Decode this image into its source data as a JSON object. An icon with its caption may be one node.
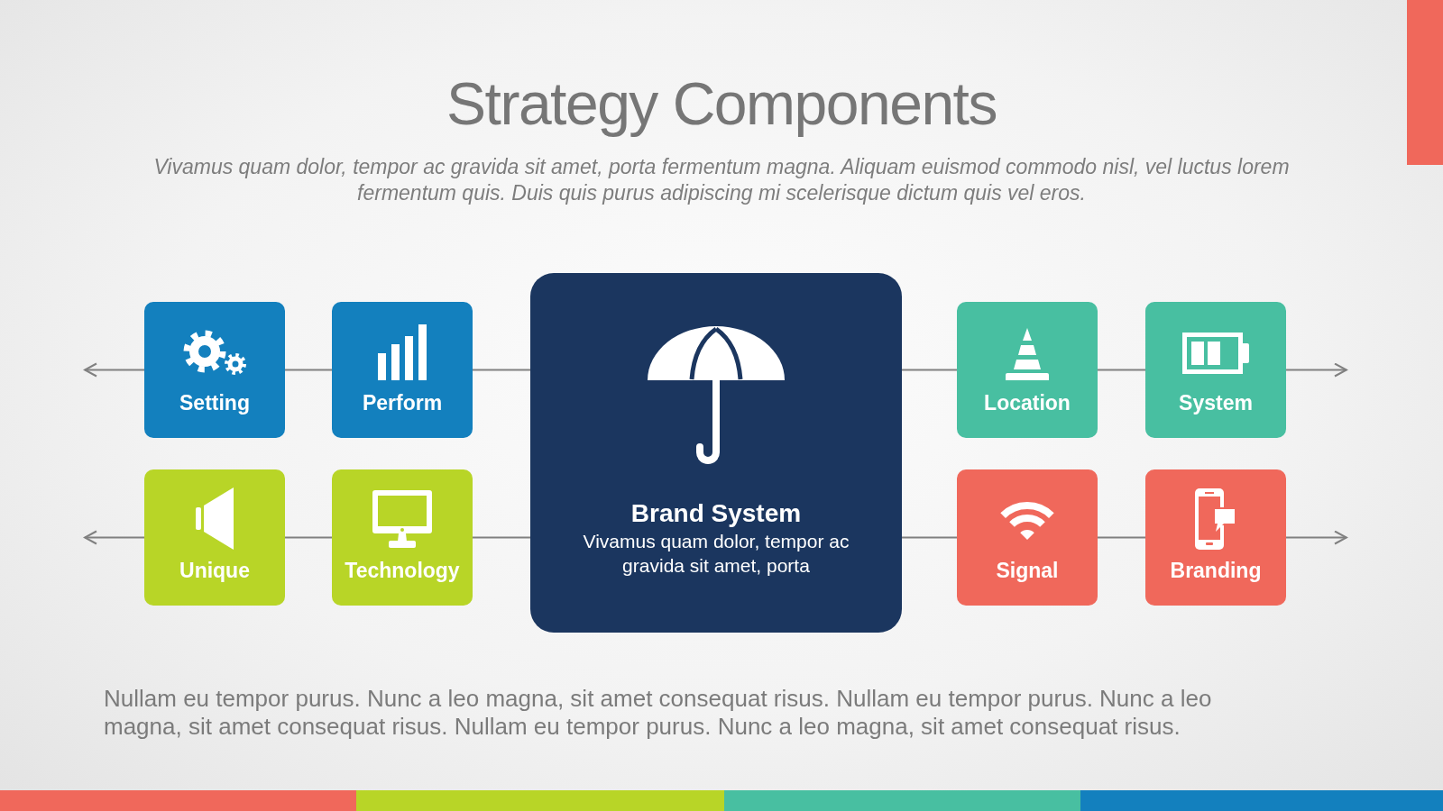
{
  "diagram": {
    "title": "Strategy Components",
    "nodes": [
      {
        "text": [
          "Setting"
        ]
      },
      {
        "text": [
          "Perform"
        ]
      },
      {
        "text": [
          "Brand System",
          "Vivamus quam dolor, tempor ac gravida sit amet, porta"
        ]
      },
      {
        "text": [
          "Location"
        ]
      },
      {
        "text": [
          "System"
        ]
      },
      {
        "text": [
          "Unique"
        ]
      },
      {
        "text": [
          "Technology"
        ]
      },
      {
        "text": [
          "Signal"
        ]
      },
      {
        "text": [
          "Branding"
        ]
      }
    ],
    "edges": [
      {
        "from": 2,
        "to": 1,
        "arrow": "none"
      },
      {
        "from": 1,
        "to": 0,
        "arrow": "none"
      },
      {
        "from": 0,
        "to": null,
        "arrow": "to"
      },
      {
        "from": 2,
        "to": 6,
        "arrow": "none"
      },
      {
        "from": 6,
        "to": 5,
        "arrow": "none"
      },
      {
        "from": 5,
        "to": null,
        "arrow": "to"
      },
      {
        "from": 2,
        "to": 3,
        "arrow": "none"
      },
      {
        "from": 3,
        "to": 4,
        "arrow": "none"
      },
      {
        "from": 4,
        "to": null,
        "arrow": "to"
      },
      {
        "from": 2,
        "to": 7,
        "arrow": "none"
      },
      {
        "from": 7,
        "to": 8,
        "arrow": "none"
      },
      {
        "from": 8,
        "to": null,
        "arrow": "to"
      }
    ],
    "labels": [
      "Vivamus quam dolor, tempor ac gravida sit amet, porta fermentum magna. Aliquam euismod commodo nisl, vel luctus lorem fermentum quis. Duis quis purus adipiscing mi scelerisque dictum quis vel eros.",
      "Nullam eu tempor purus. Nunc a leo magna, sit amet consequat risus. Nullam eu tempor purus. Nunc a leo magna, sit amet consequat risus. Nullam eu tempor purus. Nunc a leo magna, sit amet consequat risus."
    ]
  }
}
